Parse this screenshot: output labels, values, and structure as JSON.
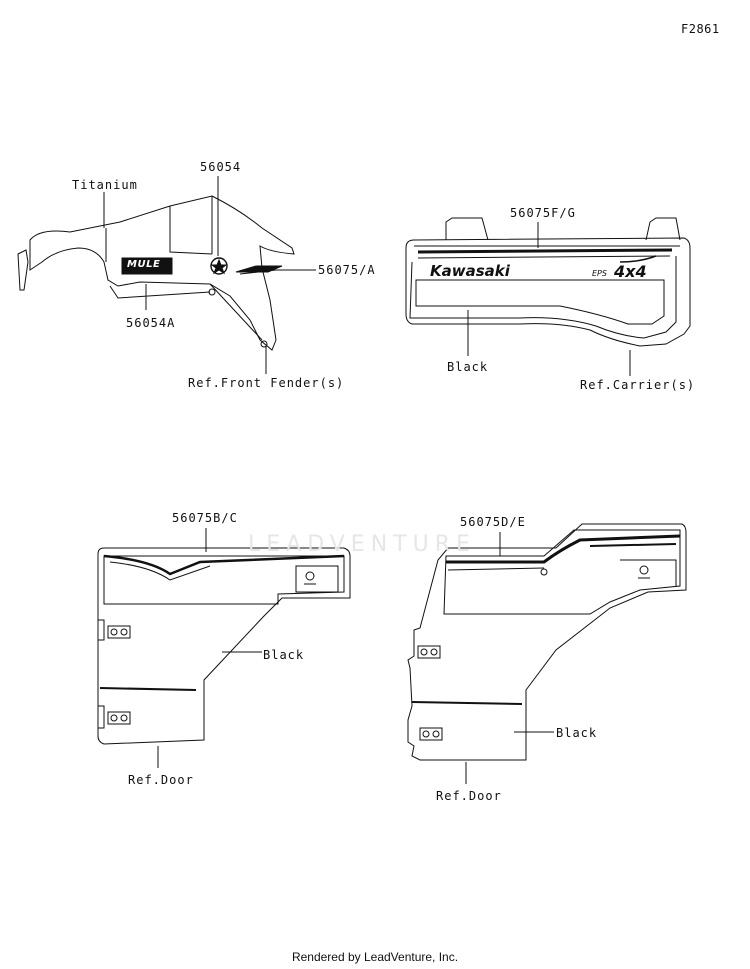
{
  "figure_id": "F2861",
  "watermark": "LEADVENTURE",
  "footer": "Rendered by LeadVenture, Inc.",
  "brand_text": {
    "mule": "MULE",
    "kawasaki": "Kawasaki",
    "four_by_four": "4x4",
    "eps": "EPS"
  },
  "labels": {
    "titanium": "Titanium",
    "p56054": "56054",
    "p56075a": "56075/A",
    "p56054a": "56054A",
    "ref_front_fender": "Ref.Front Fender(s)",
    "p56075fg": "56075F/G",
    "black_carrier": "Black",
    "ref_carrier": "Ref.Carrier(s)",
    "p56075bc": "56075B/C",
    "black_door_left": "Black",
    "ref_door_left": "Ref.Door",
    "p56075de": "56075D/E",
    "black_door_right": "Black",
    "ref_door_right": "Ref.Door"
  },
  "colors": {
    "line": "#111111",
    "watermark": "#e6e6e6"
  }
}
